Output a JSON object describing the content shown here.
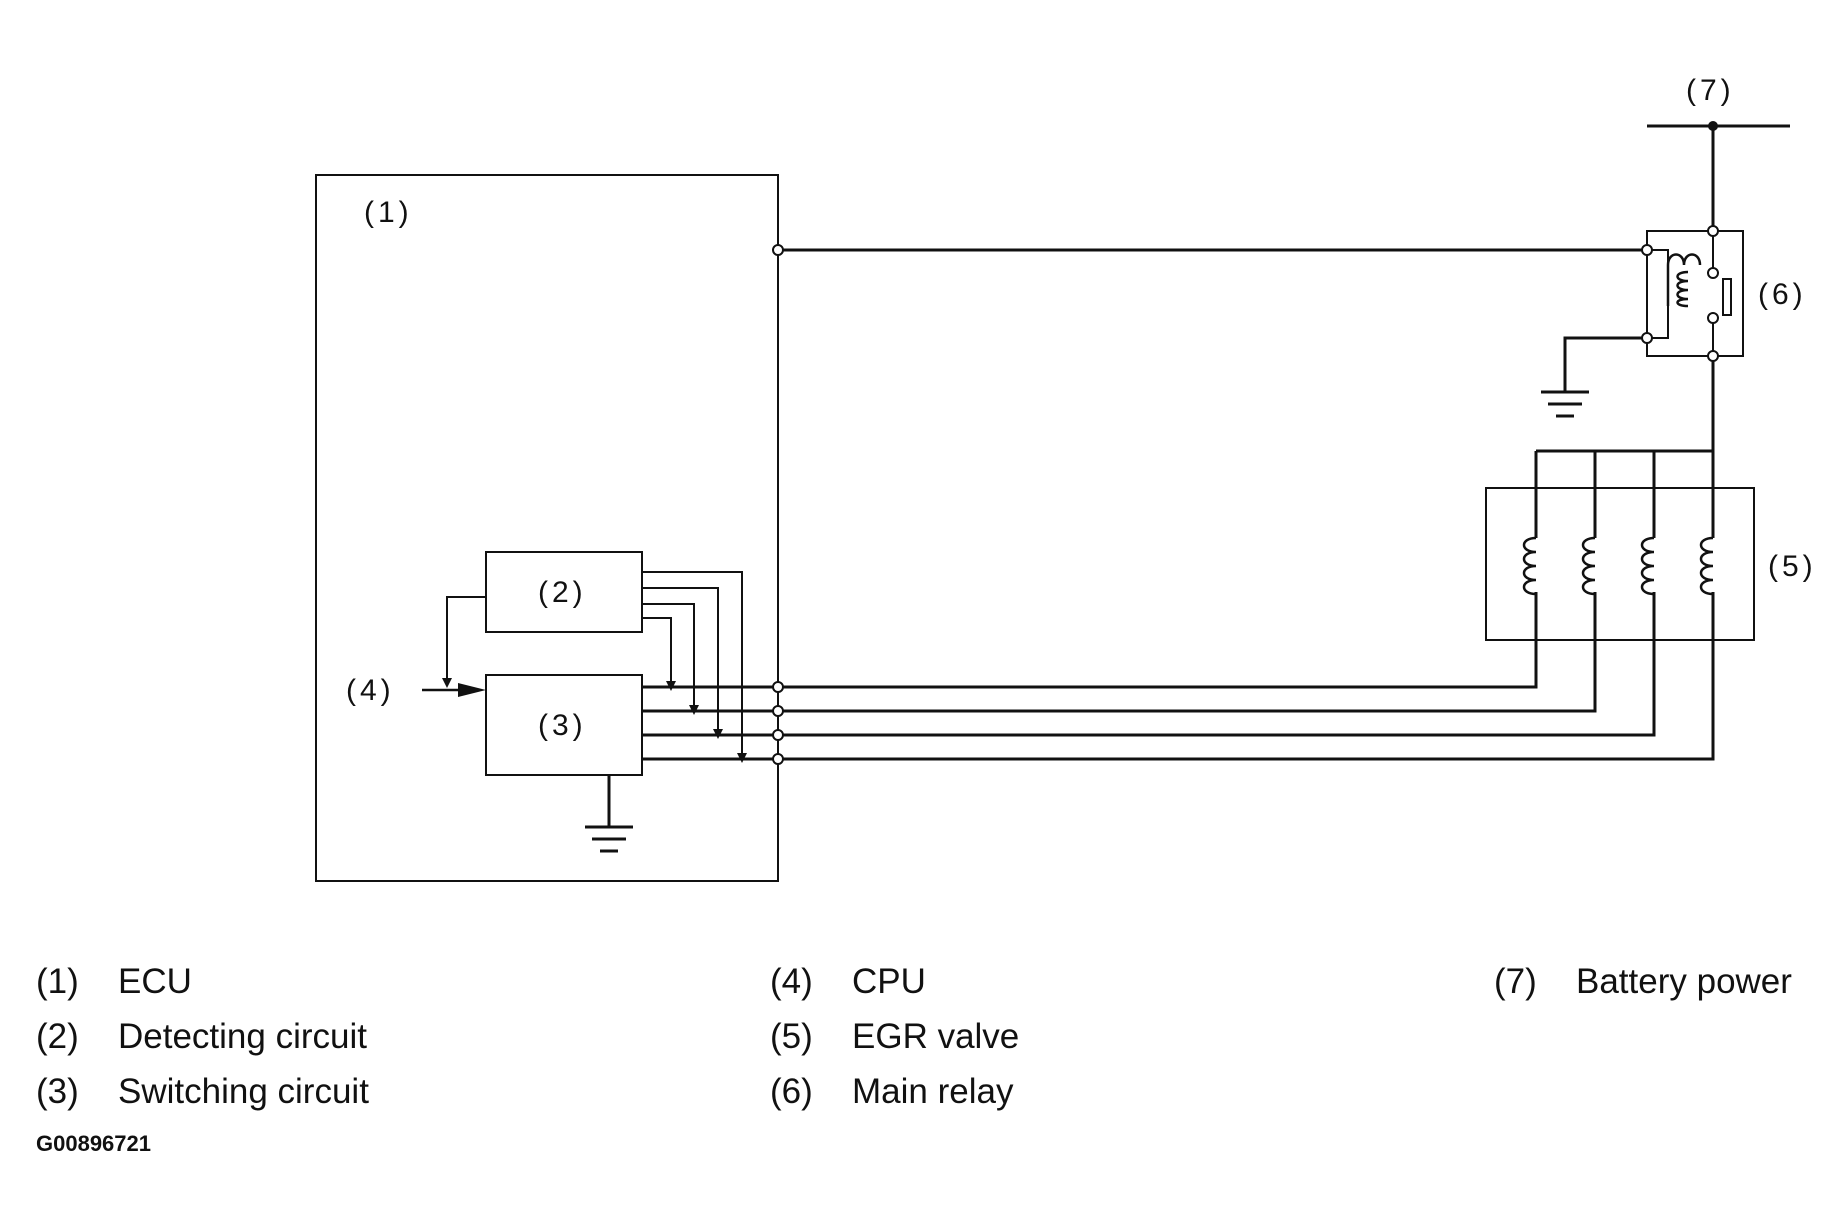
{
  "diagram": {
    "labels": {
      "ecu": "(1)",
      "detecting": "(2)",
      "switching": "(3)",
      "cpu": "(4)",
      "egr": "(5)",
      "relay": "(6)",
      "battery": "(7)"
    }
  },
  "legend": [
    {
      "num": "(1)",
      "text": "ECU"
    },
    {
      "num": "(2)",
      "text": "Detecting circuit"
    },
    {
      "num": "(3)",
      "text": "Switching circuit"
    },
    {
      "num": "(4)",
      "text": "CPU"
    },
    {
      "num": "(5)",
      "text": "EGR valve"
    },
    {
      "num": "(6)",
      "text": "Main relay"
    },
    {
      "num": "(7)",
      "text": "Battery power"
    }
  ],
  "figure_code": "G00896721",
  "colors": {
    "line": "#111111",
    "background": "#ffffff"
  }
}
